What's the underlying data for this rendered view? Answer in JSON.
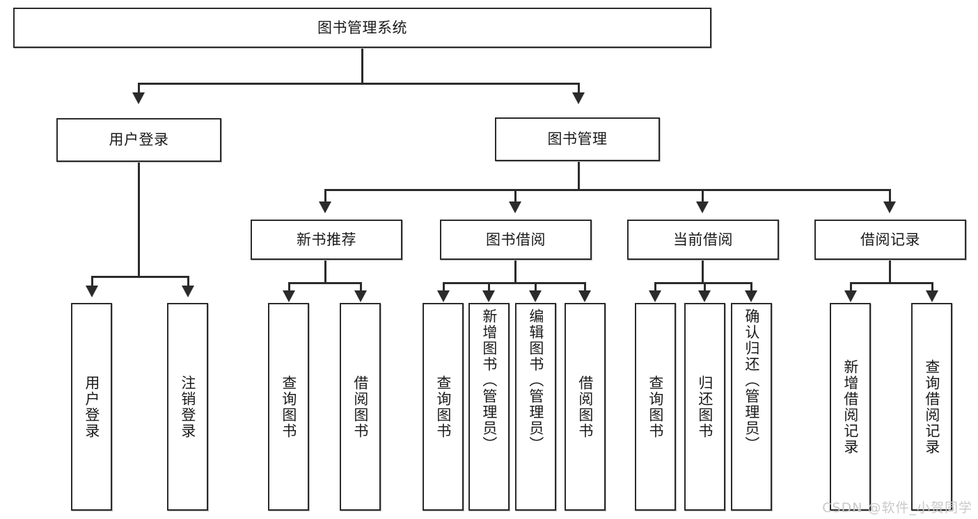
{
  "diagram": {
    "title": "图书管理系统",
    "type": "tree-hierarchy-diagram",
    "watermark": "CSDN @软件_小贺同学",
    "colors": {
      "box_border": "#2b2b2b",
      "box_fill": "#ffffff",
      "connector": "#2b2b2b",
      "text": "#1a1a1a",
      "watermark": "#c9c9c9"
    }
  },
  "nodes": {
    "root": {
      "label": "图书管理系统"
    },
    "level2": [
      {
        "id": "user-login",
        "label": "用户登录"
      },
      {
        "id": "book-management",
        "label": "图书管理"
      }
    ],
    "level3": [
      {
        "id": "new-book-recommend",
        "label": "新书推荐"
      },
      {
        "id": "book-borrow",
        "label": "图书借阅"
      },
      {
        "id": "current-borrow",
        "label": "当前借阅"
      },
      {
        "id": "borrow-record",
        "label": "借阅记录"
      }
    ],
    "leaves": {
      "user_login": [
        {
          "id": "leaf-user-login",
          "label": "用户登录"
        },
        {
          "id": "leaf-logout-login",
          "label": "注销登录"
        }
      ],
      "new_book_recommend": [
        {
          "id": "leaf-query-book-1",
          "label": "查询图书"
        },
        {
          "id": "leaf-borrow-book-1",
          "label": "借阅图书"
        }
      ],
      "book_borrow": [
        {
          "id": "leaf-query-book-2",
          "label": "查询图书"
        },
        {
          "id": "leaf-add-book",
          "label": "新增图书（管理员）"
        },
        {
          "id": "leaf-edit-book",
          "label": "编辑图书（管理员）"
        },
        {
          "id": "leaf-borrow-book-2",
          "label": "借阅图书"
        }
      ],
      "current_borrow": [
        {
          "id": "leaf-query-book-3",
          "label": "查询图书"
        },
        {
          "id": "leaf-return-book",
          "label": "归还图书"
        },
        {
          "id": "leaf-confirm-return",
          "label": "确认归还（管理员）"
        }
      ],
      "borrow_record": [
        {
          "id": "leaf-add-record",
          "label": "新增借阅记录"
        },
        {
          "id": "leaf-query-record",
          "label": "查询借阅记录"
        }
      ]
    }
  }
}
